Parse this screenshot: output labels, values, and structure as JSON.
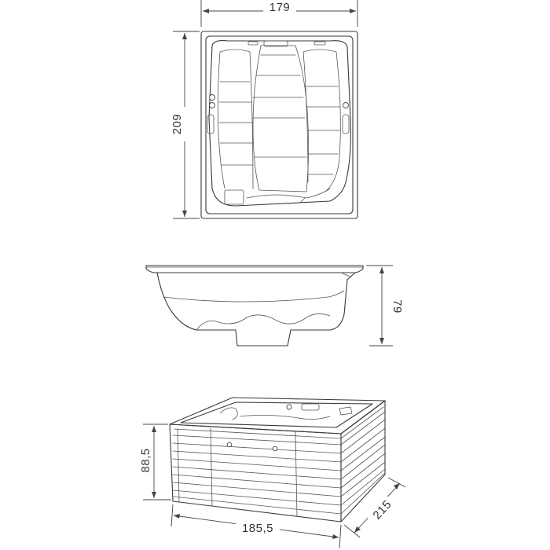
{
  "dimensions": {
    "top_width": "179",
    "top_length": "209",
    "side_height": "79",
    "front_height": "88,5",
    "front_width": "185,5",
    "front_depth": "215"
  }
}
